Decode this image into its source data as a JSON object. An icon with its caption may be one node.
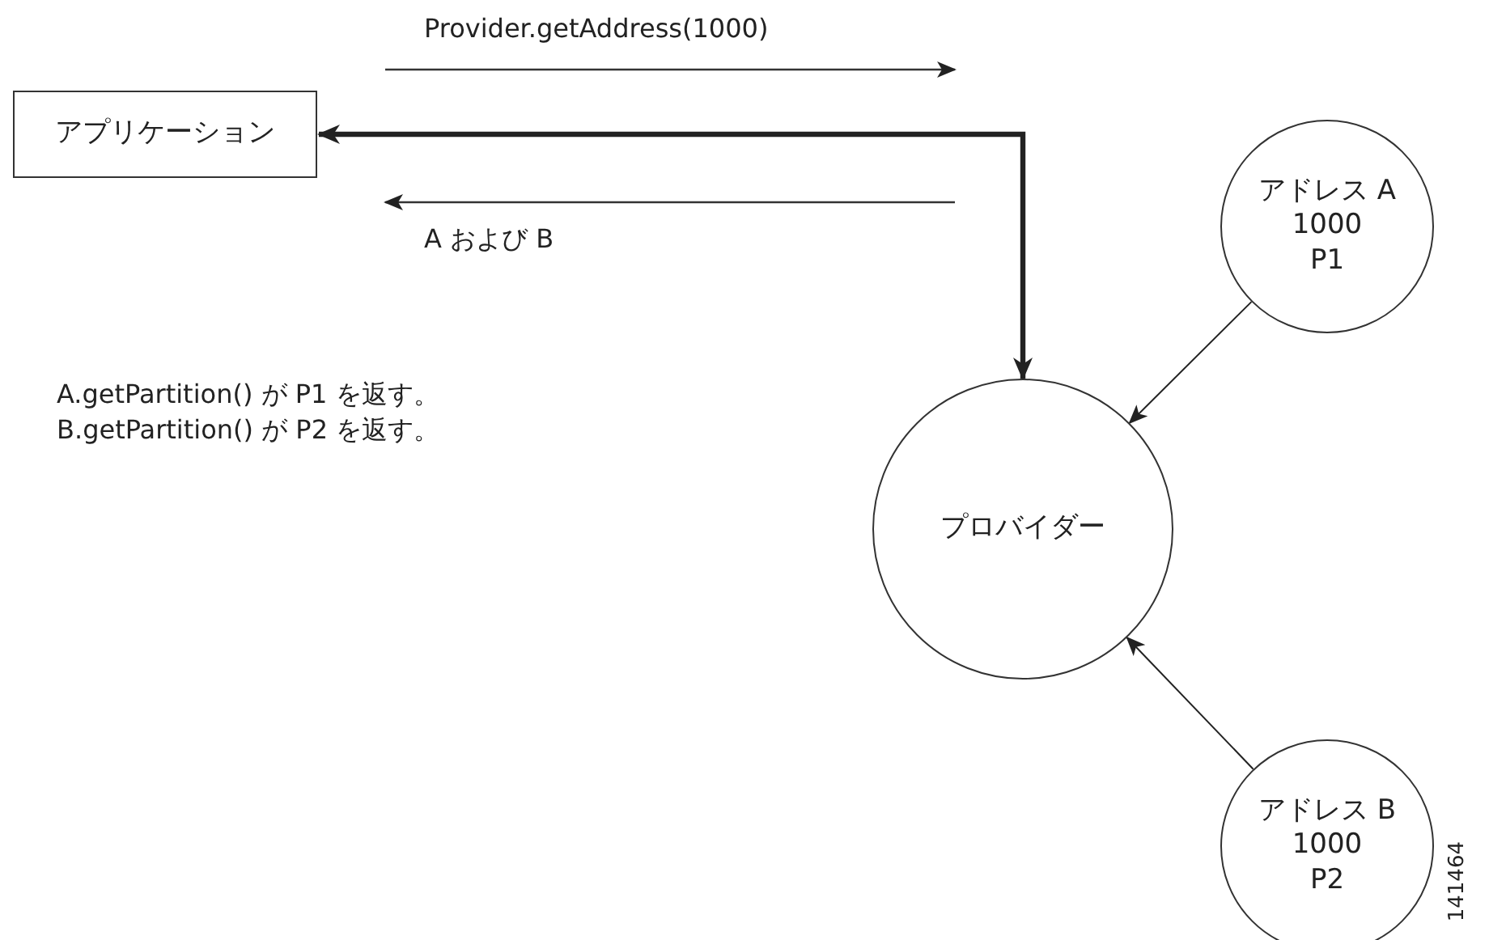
{
  "diagram": {
    "nodes": [
      {
        "text": [
          "アプリケーション"
        ]
      },
      {
        "text": [
          "プロバイダー"
        ]
      },
      {
        "text": [
          "アドレス A",
          "1000",
          "P1"
        ]
      },
      {
        "text": [
          "アドレス B",
          "1000",
          "P2"
        ]
      }
    ],
    "edges": [
      {
        "from": 1,
        "to": 0,
        "arrow": "both",
        "style": "thick"
      },
      {
        "from": 2,
        "to": 1,
        "arrow": "to"
      },
      {
        "from": 3,
        "to": 1,
        "arrow": "to"
      }
    ],
    "labels": [
      "Provider.getAddress(1000)",
      "A および B",
      "A.getPartition() が P1 を返す。",
      "B.getPartition() が P2 を返す。",
      "141464"
    ]
  }
}
